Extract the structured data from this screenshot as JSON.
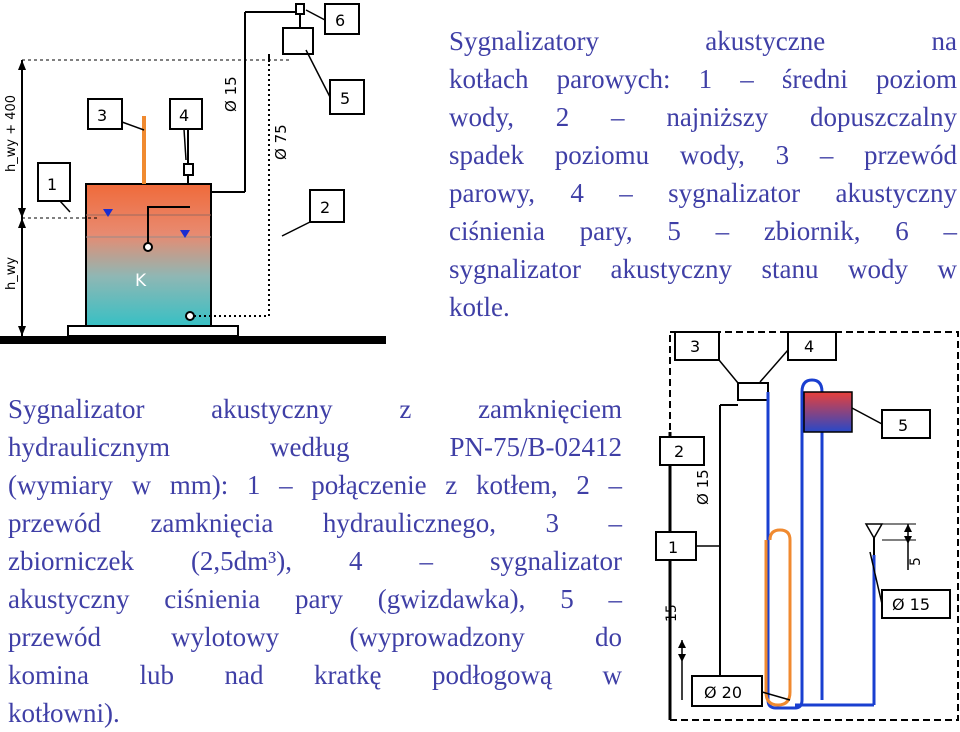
{
  "top_caption": {
    "title": "Sygnalizatory akustyczne na kotłach parowych:",
    "lines": [
      "Sygnalizatory akustyczne na",
      "kotłach parowych: 1 – średni poziom",
      "wody, 2 – najniższy dopuszczalny",
      "spadek poziomu wody, 3 – przewód",
      "parowy, 4 – sygnalizator akustyczny",
      "ciśnienia pary, 5 – zbiornik, 6 –",
      "sygnalizator akustyczny stanu wody w",
      "kotle."
    ]
  },
  "bottom_caption": {
    "lines": [
      "Sygnalizator akustyczny z zamknięciem",
      "hydraulicznym według PN-75/B-02412",
      "(wymiary w mm): 1 – połączenie z kotłem, 2 –",
      "przewód zamknięcia hydraulicznego, 3 –",
      "zbiorniczek (2,5dm³), 4 – sygnalizator",
      "akustyczny ciśnienia pary (gwizdawka), 5 –",
      "przewód wylotowy (wyprowadzony do",
      "komina lub nad kratkę podłogową w",
      "kotłowni)."
    ]
  },
  "figure_left": {
    "callouts": [
      "1",
      "2",
      "3",
      "4",
      "5",
      "6"
    ],
    "boiler_label": "K",
    "dim_height_upper": "h_wy + 400",
    "dim_height_lower": "h_wy",
    "dim_pipe_15": "Ø 15",
    "dim_pipe_75": "Ø 75",
    "colors": {
      "water_top": "#f07040",
      "water_bottom": "#3fb8b8",
      "steam_pipe": "#f08a30"
    }
  },
  "figure_right": {
    "callouts": [
      "1",
      "2",
      "3",
      "4",
      "5"
    ],
    "dim_vertical_15": "Ø 15",
    "dim_5": "5",
    "dim_15": "15",
    "label_d15": "Ø 15",
    "label_d20": "Ø 20",
    "colors": {
      "loop_pipe": "#1a3fd0",
      "u_pipe": "#f08a30",
      "tank_top": "#e8403a",
      "tank_bottom": "#2040c0"
    }
  }
}
